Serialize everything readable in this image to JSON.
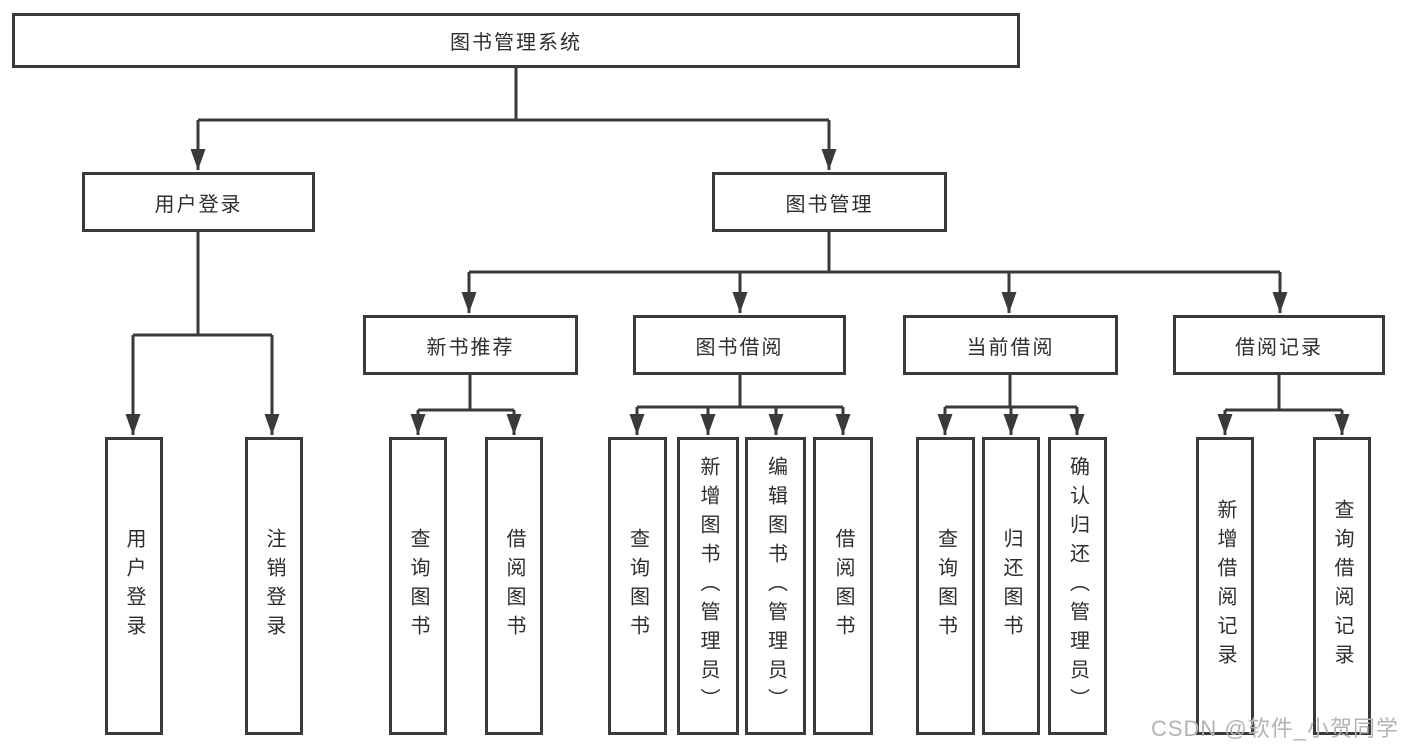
{
  "tree": {
    "label": "图书管理系统",
    "children": [
      {
        "label": "用户登录",
        "children": [
          {
            "label": "用户登录"
          },
          {
            "label": "注销登录"
          }
        ]
      },
      {
        "label": "图书管理",
        "children": [
          {
            "label": "新书推荐",
            "children": [
              {
                "label": "查询图书"
              },
              {
                "label": "借阅图书"
              }
            ]
          },
          {
            "label": "图书借阅",
            "children": [
              {
                "label": "查询图书"
              },
              {
                "label": "新增图书（管理员）"
              },
              {
                "label": "编辑图书（管理员）"
              },
              {
                "label": "借阅图书"
              }
            ]
          },
          {
            "label": "当前借阅",
            "children": [
              {
                "label": "查询图书"
              },
              {
                "label": "归还图书"
              },
              {
                "label": "确认归还（管理员）"
              }
            ]
          },
          {
            "label": "借阅记录",
            "children": [
              {
                "label": "新增借阅记录"
              },
              {
                "label": "查询借阅记录"
              }
            ]
          }
        ]
      }
    ]
  },
  "watermark": {
    "text": "CSDN @软件_小贺同学"
  },
  "colors": {
    "line": "#3a3a3a",
    "text": "#2e2e2e",
    "background": "#ffffff",
    "watermark": "#b3b3b3"
  }
}
